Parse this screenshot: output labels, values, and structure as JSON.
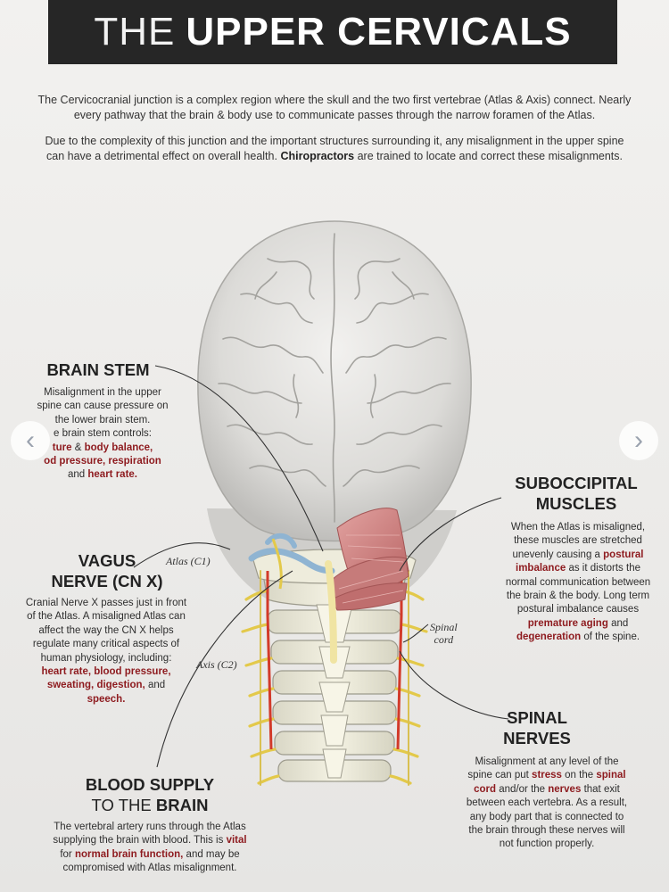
{
  "title": {
    "light": "THE",
    "bold": "UPPER CERVICALS"
  },
  "intro": {
    "p1": "The Cervicocranial junction is a complex region where the skull and the two first vertebrae (Atlas & Axis) connect. Nearly every pathway that the brain & body use to communicate passes through the narrow foramen of the Atlas.",
    "p2_a": "Due to the complexity of this junction and the important structures surrounding it, any misalignment in the upper spine can have a detrimental effect on overall health.",
    "p2_bold": "Chiropractors",
    "p2_b": "are trained to locate and correct these misalignments."
  },
  "brain_stem": {
    "heading": "BRAIN STEM",
    "l1": "Misalignment in the upper",
    "l2": "spine can cause pressure on",
    "l3": "the lower brain stem.",
    "l4": "e brain stem controls:",
    "l5_h1": "ture",
    "l5_t": "&",
    "l5_h2": "body balance,",
    "l6_h": "od pressure, respiration",
    "l7_t": "and",
    "l7_h": "heart rate."
  },
  "vagus": {
    "h1": "VAGUS",
    "h2": "NERVE (CN X)",
    "l1": "Cranial Nerve X passes just in front",
    "l2": "of the Atlas. A misaligned Atlas can",
    "l3": "affect the way the CN X helps",
    "l4": "regulate many critical aspects of",
    "l5": "human physiology, including:",
    "l6_h": "heart rate, blood pressure,",
    "l7_h1": "sweating, digestion,",
    "l7_t": "and",
    "l8_h": "speech."
  },
  "suboccipital": {
    "h1": "SUBOCCIPITAL",
    "h2": "MUSCLES",
    "l1": "When the Atlas is misaligned,",
    "l2": "these muscles are stretched",
    "l3_t": "unevenly causing a",
    "l3_h": "postural",
    "l4_h": "imbalance",
    "l4_t": "as it distorts the",
    "l5": "normal communication between",
    "l6": "the brain & the body. Long term",
    "l7": "postural imbalance causes",
    "l8_h1": "premature aging",
    "l8_t": "and",
    "l9_h": "degeneration",
    "l9_t": "of the spine."
  },
  "spinal_nerves": {
    "h1": "SPINAL",
    "h2": "NERVES",
    "l1": "Misalignment at any level of the",
    "l2_t": "spine can put",
    "l2_h1": "stress",
    "l2_t2": "on the",
    "l2_h2": "spinal",
    "l3_h1": "cord",
    "l3_t": "and/or the",
    "l3_h2": "nerves",
    "l3_t2": "that exit",
    "l4": "between each vertebra. As a result,",
    "l5": "any body part that is connected to",
    "l6": "the brain through these nerves will",
    "l7": "not function properly."
  },
  "blood_supply": {
    "h1": "BLOOD SUPPLY",
    "h2_t": "TO THE",
    "h2_b": "BRAIN",
    "l1": "The vertebral artery runs through the Atlas",
    "l2_t": "supplying the brain with blood. This is",
    "l2_h": "vital",
    "l3_t": "for",
    "l3_h": "normal brain function,",
    "l3_t2": "and may be",
    "l4": "compromised with Atlas misalignment."
  },
  "labels": {
    "atlas": "Atlas (C1)",
    "axis": "Axis (C2)",
    "spinal_cord_1": "Spinal",
    "spinal_cord_2": "cord"
  },
  "nav": {
    "prev": "‹",
    "next": "›"
  },
  "colors": {
    "title_bar": "#262626",
    "highlight": "#8e1b1f",
    "muscle": "#c98585",
    "nerve": "#e3c94a",
    "artery": "#d23a2a",
    "bone": "#eeecdc"
  }
}
